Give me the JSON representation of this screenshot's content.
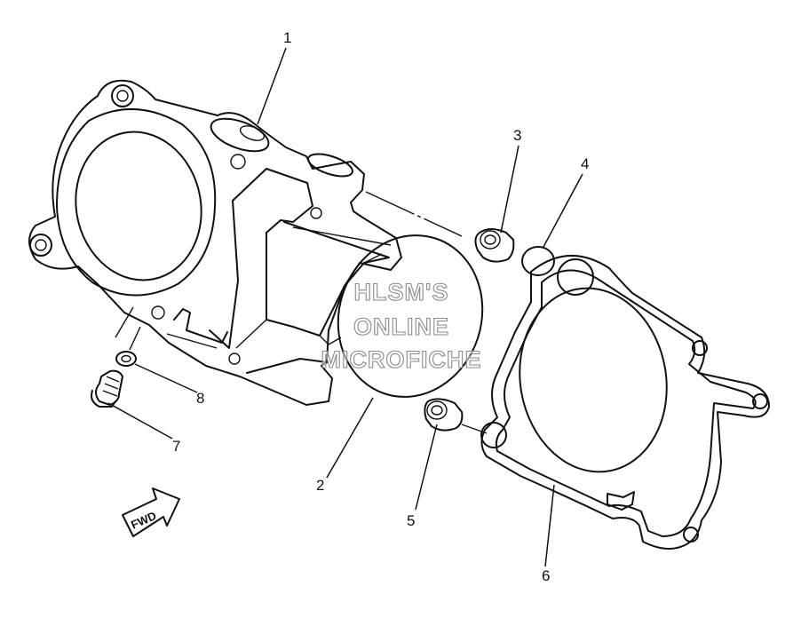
{
  "watermark": {
    "line1": "HLSM'S",
    "line2": "ONLINE",
    "line3": "MICROFICHE"
  },
  "fwd_label": "FWD",
  "callouts": [
    "1",
    "2",
    "3",
    "4",
    "5",
    "6",
    "7",
    "8"
  ]
}
